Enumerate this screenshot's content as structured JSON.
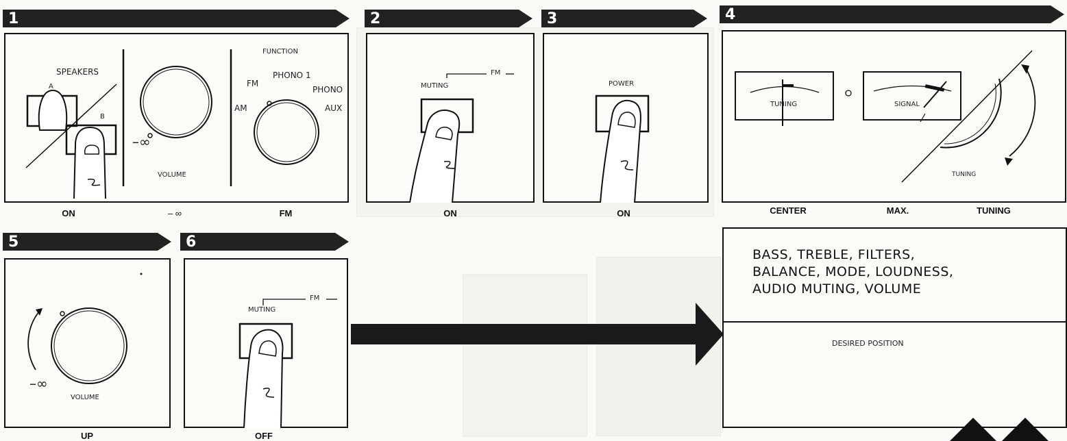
{
  "steps": [
    {
      "number": "1",
      "caption_a": "ON",
      "caption_b": "– ∞",
      "caption_c": "FM"
    },
    {
      "number": "2",
      "caption": "ON"
    },
    {
      "number": "3",
      "caption": "ON"
    },
    {
      "number": "4",
      "caption_a": "CENTER",
      "caption_b": "MAX.",
      "caption_c": "TUNING"
    },
    {
      "number": "5",
      "caption": "UP"
    },
    {
      "number": "6",
      "caption": "OFF"
    }
  ],
  "panel1": {
    "speakers_label": "SPEAKERS",
    "speaker_a": "A",
    "speaker_b": "B",
    "volume_min": "–∞",
    "volume_label": "VOLUME",
    "function_label": "FUNCTION",
    "phono1": "PHONO 1",
    "fm": "FM",
    "am": "AM",
    "phono2": "PHONO",
    "aux": "AUX"
  },
  "panel2": {
    "muting": "MUTING",
    "fm": "FM"
  },
  "panel3": {
    "power": "POWER"
  },
  "panel4": {
    "tuning_meter": "TUNING",
    "signal_meter": "SIGNAL",
    "tuning_knob": "TUNING"
  },
  "panel5": {
    "volume_min": "–∞",
    "volume_label": "VOLUME"
  },
  "panel6": {
    "muting": "MUTING",
    "fm": "FM"
  },
  "note": {
    "line1": "BASS, TREBLE, FILTERS,",
    "line2": "BALANCE, MODE, LOUDNESS,",
    "line3": "AUDIO MUTING, VOLUME",
    "desired": "DESIRED POSITION"
  }
}
